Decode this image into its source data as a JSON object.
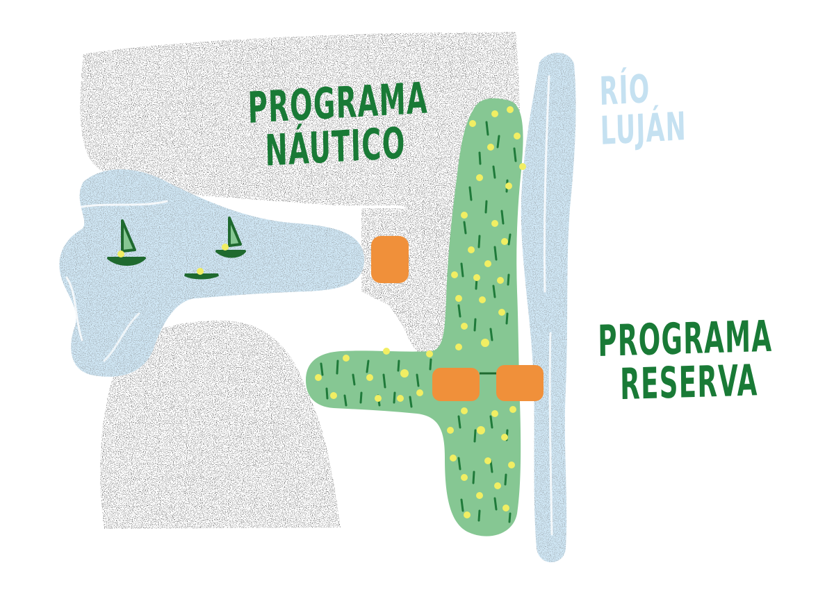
{
  "labels": {
    "nautico": [
      "PROGRAMA",
      "NÁUTICO"
    ],
    "reserva": [
      "PROGRAMA",
      "RESERVA"
    ],
    "rio": [
      "RÍO",
      "LUJÁN"
    ]
  },
  "colors": {
    "water": "#cfe6f4",
    "reserve": "#86c793",
    "label_green": "#197a36",
    "river_text": "#c5e1f1",
    "flowers": "#f1ee63",
    "building": "#f0903a",
    "stipple": "#4a4a4a"
  },
  "icons": [
    "sailboat-icon",
    "sailboat-icon",
    "boat-icon",
    "flower-icon",
    "grass-icon"
  ]
}
